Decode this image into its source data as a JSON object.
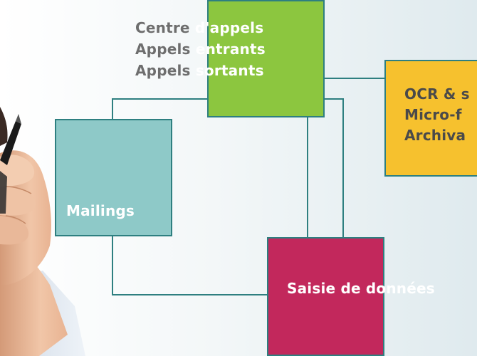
{
  "boxes": {
    "call_center": {
      "lines": [
        {
          "grey": "Centre",
          "white": "d'appels"
        },
        {
          "grey": "Appels",
          "white": "entrants"
        },
        {
          "grey": "Appels",
          "white": "sortants"
        }
      ]
    },
    "ocr": {
      "lines": [
        "OCR & s",
        "Micro-f",
        "Archiva"
      ]
    },
    "mailings": {
      "label": "Mailings"
    },
    "data_entry": {
      "label": "Saisie de données"
    }
  },
  "colors": {
    "green": "#8cc63f",
    "teal": "#8ec9c8",
    "yellow": "#f6c12e",
    "pink": "#c2285c",
    "connector": "#2e7f80"
  }
}
